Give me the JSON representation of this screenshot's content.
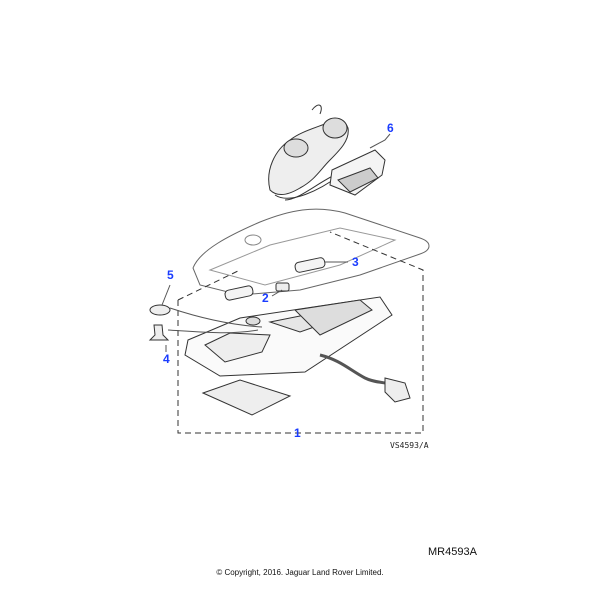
{
  "diagram": {
    "callouts": [
      "1",
      "2",
      "3",
      "4",
      "5",
      "6"
    ],
    "illustration_ref": "VS4593/A"
  },
  "footer": {
    "diagram_code": "MR4593A",
    "copyright": "© Copyright, 2016. Jaguar Land Rover Limited."
  }
}
